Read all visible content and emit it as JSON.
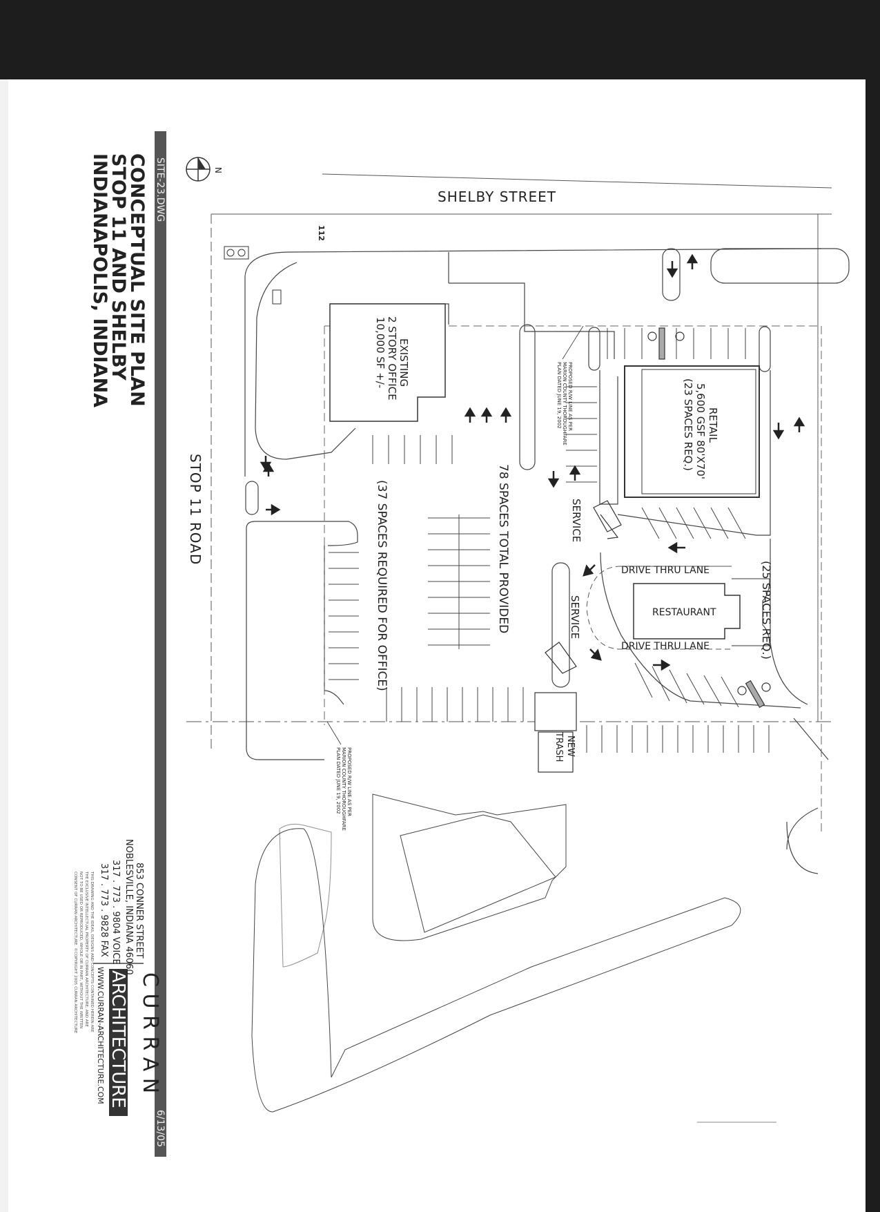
{
  "title_block": {
    "drawing_file": "SITE-23.DWG",
    "title_line1": "CONCEPTUAL SITE PLAN",
    "title_line2": "STOP 11 AND SHELBY",
    "title_line3": "INDIANAPOLIS, INDIANA",
    "date": "6/13/05",
    "firm_name_top": "C U R R A N",
    "firm_name_bottom": "ARCHITECTURE",
    "website": "WWW.CURRAN-ARCHITECTURE.COM",
    "address_line1": "853 CONNER STREET",
    "address_line2": "NOBLESVILLE, INDIANA 46060",
    "phone_voice": "317 . 773 . 9804 VOICE",
    "phone_fax": "317 . 773 . 9828 FAX",
    "disclaimer_line1": "THIS DRAWING AND THE IDEAS, DESIGNS AND CONCEPTS CONTAINED HEREIN ARE",
    "disclaimer_line2": "THE EXCLUSIVE INTELLECTUAL PROPERTY OF CURRAN ARCHITECTURE, AND ARE",
    "disclaimer_line3": "NOT TO BE USED OR REPRODUCED, WHOLE OR IN PART, WITHOUT THE WRITTEN",
    "disclaimer_line4": "CONSENT OF CURRAN ARCHITECTURE. ©COPYRIGHT 2005 CURRAN ARCHITECTURE"
  },
  "north_arrow": {
    "label": "N"
  },
  "streets": {
    "shelby": "SHELBY STREET",
    "stop11": "STOP 11 ROAD"
  },
  "buildings": {
    "office_line1": "EXISTING",
    "office_line2": "2 STORY OFFICE",
    "office_line3": "10,000 SF +/-",
    "retail_line1": "RETAIL",
    "retail_line2": "5,600 GSF 80'X70'",
    "retail_line3": "(23 SPACES REQ.)",
    "restaurant": "RESTAURANT",
    "restaurant_req": "(25 SPACES REQ.)",
    "trash_line1": "NEW",
    "trash_line2": "TRASH"
  },
  "site_notes": {
    "spaces_total": "78 SPACES TOTAL PROVIDED",
    "spaces_office": "(37 SPACES REQUIRED FOR OFFICE)",
    "drive_thru_top": "DRIVE THRU LANE",
    "drive_thru_bottom": "DRIVE THRU LANE",
    "service_1": "SERVICE",
    "service_2": "SERVICE",
    "row_note_1_line1": "PROPOSED R/W LINE AS PER",
    "row_note_1_line2": "MARION COUNTY THOROUGHFARE",
    "row_note_1_line3": "PLAN DATED JUNE 19, 2002",
    "row_note_2_line1": "PROPOSED R/W LINE AS PER",
    "row_note_2_line2": "MARION COUNTY THOROUGHFARE",
    "row_note_2_line3": "PLAN DATED JUNE 19, 2002",
    "parcel_number": "112"
  }
}
